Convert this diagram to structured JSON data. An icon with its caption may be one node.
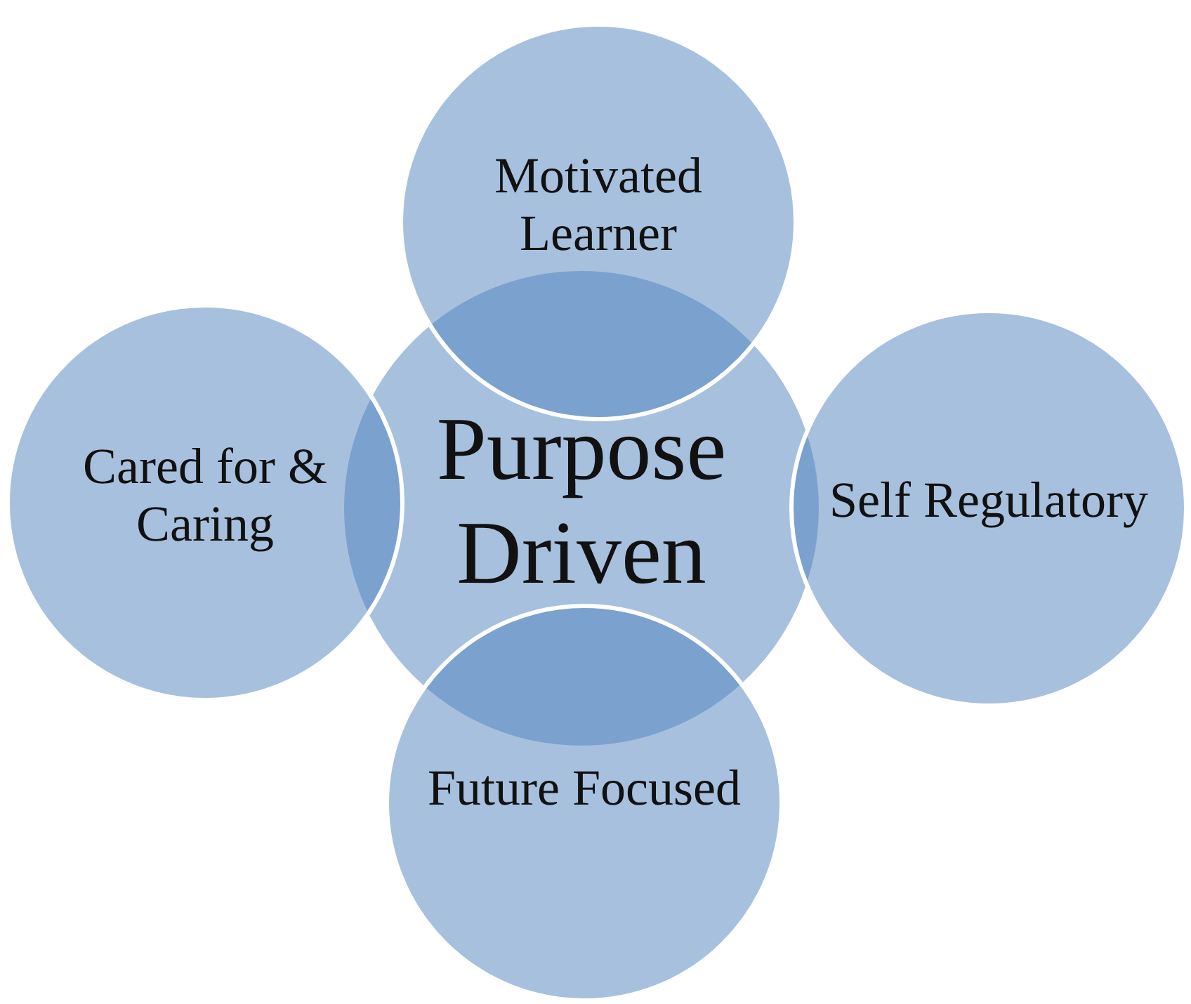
{
  "diagram": {
    "nodes": [
      {
        "text": [
          "Motivated Learner"
        ]
      },
      {
        "text": [
          "Cared for & Caring"
        ]
      },
      {
        "text": [
          "Purpose Driven"
        ]
      },
      {
        "text": [
          "Self Regulatory"
        ]
      },
      {
        "text": [
          "Future Focused"
        ]
      }
    ],
    "edges": []
  }
}
